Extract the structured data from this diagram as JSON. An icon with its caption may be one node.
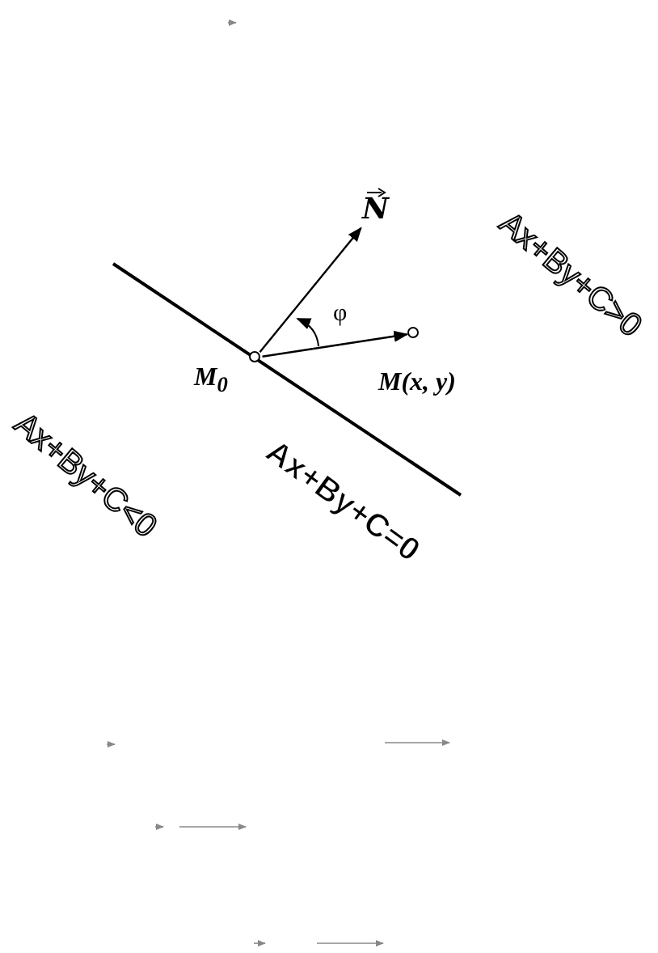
{
  "diagram": {
    "nodes": [
      {
        "text": [],
        "shape": "circle",
        "beside": [
          "M$_{0}$"
        ]
      },
      {
        "text": [],
        "shape": "circle",
        "beside": [
          "M(x, y)"
        ]
      },
      {
        "text": [
          "N"
        ]
      }
    ],
    "edges": [
      {
        "from": 0,
        "to": 2,
        "arrow": "to"
      },
      {
        "from": 0,
        "to": 1,
        "arrow": "to"
      }
    ],
    "labels": [
      "φ",
      "Ax+By+C>0",
      "Ax+By+C<0",
      "Ax+By+C=0"
    ]
  }
}
